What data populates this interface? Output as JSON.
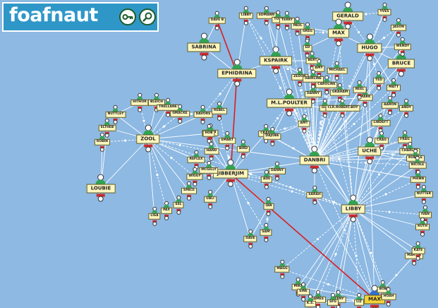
{
  "app": {
    "title": "foafnaut",
    "buttons": [
      {
        "name": "key-button",
        "icon": "key-icon"
      },
      {
        "name": "search-button",
        "icon": "magnifier-icon"
      }
    ]
  },
  "colors": {
    "background": "#8db9e3",
    "edge": "#ffffff",
    "highlight_edge": "#d81e1e",
    "node_cap": "#32a352",
    "node_label": "#fff6bd",
    "node_base": "#cc2a2a"
  },
  "nodes": [
    {
      "id": "gerald",
      "label": "GERALD",
      "size": "big"
    },
    {
      "id": "max_top",
      "label": "MAX",
      "size": "big"
    },
    {
      "id": "hugo",
      "label": "HUGO",
      "size": "big"
    },
    {
      "id": "bruce",
      "label": "BRUCE",
      "size": "big"
    },
    {
      "id": "sabrina",
      "label": "SABRINA",
      "size": "big"
    },
    {
      "id": "ksparik",
      "label": "KSPAIRK",
      "size": "big"
    },
    {
      "id": "ephidrina",
      "label": "EPHIDRINA",
      "size": "big"
    },
    {
      "id": "poulter",
      "label": "M.L.POULTER",
      "size": "big"
    },
    {
      "id": "zool",
      "label": "ZOOL",
      "size": "big"
    },
    {
      "id": "danbri",
      "label": "DANBRI",
      "size": "big"
    },
    {
      "id": "uche",
      "label": "UCHE",
      "size": "big"
    },
    {
      "id": "jibberjim",
      "label": "JIBBERJIM",
      "size": "big"
    },
    {
      "id": "libby",
      "label": "LIBBY",
      "size": "big"
    },
    {
      "id": "loubie",
      "label": "LOUBIE",
      "size": "big"
    },
    {
      "id": "max_bottom",
      "label": "MAX",
      "size": "big"
    },
    {
      "id": "dave_b",
      "label": "DAVE B",
      "size": "small"
    },
    {
      "id": "libby2",
      "label": "LIBBY",
      "size": "small"
    },
    {
      "id": "edmanny",
      "label": "EDMANN",
      "size": "small"
    },
    {
      "id": "tom",
      "label": "TOM",
      "size": "small"
    },
    {
      "id": "terry",
      "label": "TERRY",
      "size": "small"
    },
    {
      "id": "paul",
      "label": "PAUL",
      "size": "small"
    },
    {
      "id": "greg",
      "label": "GREG",
      "size": "small"
    },
    {
      "id": "yves",
      "label": "YVES",
      "size": "small"
    },
    {
      "id": "jason",
      "label": "JASON",
      "size": "small"
    },
    {
      "id": "ed",
      "label": "ED",
      "size": "small"
    },
    {
      "id": "wendy",
      "label": "WENDY",
      "size": "small"
    },
    {
      "id": "bert",
      "label": "BERT",
      "size": "small"
    },
    {
      "id": "amy",
      "label": "AMY",
      "size": "small"
    },
    {
      "id": "zedon",
      "label": "ZEDON",
      "size": "small"
    },
    {
      "id": "hairline",
      "label": "HAIRLINE",
      "size": "small"
    },
    {
      "id": "michael",
      "label": "MICHAEL",
      "size": "small"
    },
    {
      "id": "ted",
      "label": "TED",
      "size": "small"
    },
    {
      "id": "matt",
      "label": "MATT",
      "size": "small"
    },
    {
      "id": "caroline",
      "label": "CAROLINE",
      "size": "small"
    },
    {
      "id": "graham",
      "label": "GRAHAM",
      "size": "small"
    },
    {
      "id": "danny",
      "label": "DANNY",
      "size": "small"
    },
    {
      "id": "mark",
      "label": "MARK",
      "size": "small"
    },
    {
      "id": "neel",
      "label": "NEEL",
      "size": "small"
    },
    {
      "id": "gus",
      "label": "GUS",
      "size": "small"
    },
    {
      "id": "cli",
      "label": "CLR.ROBERT.BOY",
      "size": "small"
    },
    {
      "id": "aaron",
      "label": "AARON",
      "size": "small"
    },
    {
      "id": "andy",
      "label": "ANDY",
      "size": "small"
    },
    {
      "id": "hithur",
      "label": "HITHUR",
      "size": "small"
    },
    {
      "id": "bleich",
      "label": "BLEICH",
      "size": "small"
    },
    {
      "id": "trellan",
      "label": "TRELLANE",
      "size": "small"
    },
    {
      "id": "gmacke",
      "label": "GMACKE",
      "size": "small"
    },
    {
      "id": "davors",
      "label": "DAVORS",
      "size": "small"
    },
    {
      "id": "nuttley",
      "label": "NUTTLEY",
      "size": "small"
    },
    {
      "id": "eltheb",
      "label": "ELTHEB",
      "size": "small"
    },
    {
      "id": "robin",
      "label": "ROBIN",
      "size": "small"
    },
    {
      "id": "rebel",
      "label": "REBEL",
      "size": "small"
    },
    {
      "id": "justin",
      "label": "JUSTIN",
      "size": "small"
    },
    {
      "id": "smart",
      "label": "SMART",
      "size": "small"
    },
    {
      "id": "craig",
      "label": "CRAIG",
      "size": "small"
    },
    {
      "id": "dajobe",
      "label": "DAJOBE",
      "size": "small"
    },
    {
      "id": "amt",
      "label": "AMT",
      "size": "small"
    },
    {
      "id": "libdeft",
      "label": "LIBDEFT",
      "size": "small"
    },
    {
      "id": "crag",
      "label": "CRAG",
      "size": "small"
    },
    {
      "id": "frag",
      "label": "FRAG",
      "size": "small"
    },
    {
      "id": "charles",
      "label": "CHARLES",
      "size": "small"
    },
    {
      "id": "rubble",
      "label": "RUBBLE",
      "size": "small"
    },
    {
      "id": "nicole",
      "label": "NICOLE",
      "size": "small"
    },
    {
      "id": "phinn",
      "label": "PHINN",
      "size": "small"
    },
    {
      "id": "hob",
      "label": "HOB",
      "size": "small"
    },
    {
      "id": "hand",
      "label": "HAND",
      "size": "small"
    },
    {
      "id": "reflex",
      "label": "REFLEX",
      "size": "small"
    },
    {
      "id": "mcgilly",
      "label": "MCGILLY",
      "size": "small"
    },
    {
      "id": "wiggy",
      "label": "WIGGY",
      "size": "small"
    },
    {
      "id": "space",
      "label": "SPACE",
      "size": "small"
    },
    {
      "id": "ssl",
      "label": "SSL",
      "size": "small"
    },
    {
      "id": "ubli",
      "label": "UBLI",
      "size": "small"
    },
    {
      "id": "lisa",
      "label": "LISA",
      "size": "small"
    },
    {
      "id": "pax",
      "label": "PAX",
      "size": "small"
    },
    {
      "id": "bird",
      "label": "BIRD",
      "size": "small"
    },
    {
      "id": "ade",
      "label": "ADE",
      "size": "small"
    },
    {
      "id": "danny2",
      "label": "DANNY",
      "size": "small"
    },
    {
      "id": "sarah",
      "label": "SARAH",
      "size": "small"
    },
    {
      "id": "dave",
      "label": "DAVE",
      "size": "small"
    },
    {
      "id": "sam",
      "label": "SAM",
      "size": "small"
    },
    {
      "id": "ian",
      "label": "IAN",
      "size": "small"
    },
    {
      "id": "magg",
      "label": "MAGG",
      "size": "small"
    },
    {
      "id": "mike",
      "label": "MIKE",
      "size": "small"
    },
    {
      "id": "sine",
      "label": "SINE",
      "size": "small"
    },
    {
      "id": "james",
      "label": "JAMES",
      "size": "small"
    },
    {
      "id": "jerry",
      "label": "JERRY",
      "size": "small"
    },
    {
      "id": "bob",
      "label": "BOB",
      "size": "small"
    },
    {
      "id": "hoah",
      "label": "HOAH",
      "size": "small"
    },
    {
      "id": "martin",
      "label": "MARTIN",
      "size": "small"
    },
    {
      "id": "kate",
      "label": "KATE",
      "size": "small"
    },
    {
      "id": "ivan",
      "label": "IVAN",
      "size": "small"
    },
    {
      "id": "nuttr",
      "label": "NUTTER",
      "size": "small"
    },
    {
      "id": "ruth",
      "label": "RUTH",
      "size": "small"
    },
    {
      "id": "liz",
      "label": "LIZ",
      "size": "small"
    },
    {
      "id": "sfg",
      "label": "SFG",
      "size": "small"
    },
    {
      "id": "ks",
      "label": "K.S.",
      "size": "small"
    }
  ]
}
